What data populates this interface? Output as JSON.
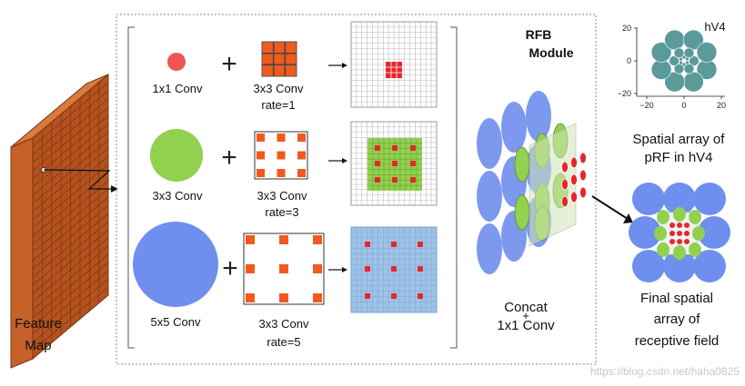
{
  "feature_map": {
    "label_line1": "Feature",
    "label_line2": "Map"
  },
  "branches": [
    {
      "conv_label": "1x1 Conv",
      "kernel_line1": "3x3 Conv",
      "kernel_line2": "rate=1"
    },
    {
      "conv_label": "3x3 Conv",
      "kernel_line1": "3x3 Conv",
      "kernel_line2": "rate=3"
    },
    {
      "conv_label": "5x5 Conv",
      "kernel_line1": "3x3 Conv",
      "kernel_line2": "rate=5"
    }
  ],
  "operators": {
    "plus": "+",
    "arrow": "→"
  },
  "rfb": {
    "title_line1": "RFB",
    "title_line2": "Module",
    "concat_label": "Concat",
    "plus": "+",
    "conv_label": "1x1 Conv"
  },
  "hv4": {
    "plot_title": "hV4",
    "y_ticks": [
      "20",
      "0",
      "−20"
    ],
    "x_ticks": [
      "−20",
      "0",
      "20"
    ],
    "caption_line1": "Spatial array of",
    "caption_line2": "pRF in hV4"
  },
  "final": {
    "caption_line1": "Final spatial",
    "caption_line2": "array of",
    "caption_line3": "receptive field"
  },
  "watermark": "https://blog.csdn.net/haha0825",
  "colors": {
    "brick": "#b5521e",
    "small_dot": "#ee5555",
    "green": "#92d050",
    "blue": "#6f8fee",
    "orange": "#f05a1e",
    "red_cell": "#e8262a",
    "teal": "#5b9a9a",
    "grid_line": "#bbbbbb",
    "blue_grid": "#9ec3e8"
  }
}
